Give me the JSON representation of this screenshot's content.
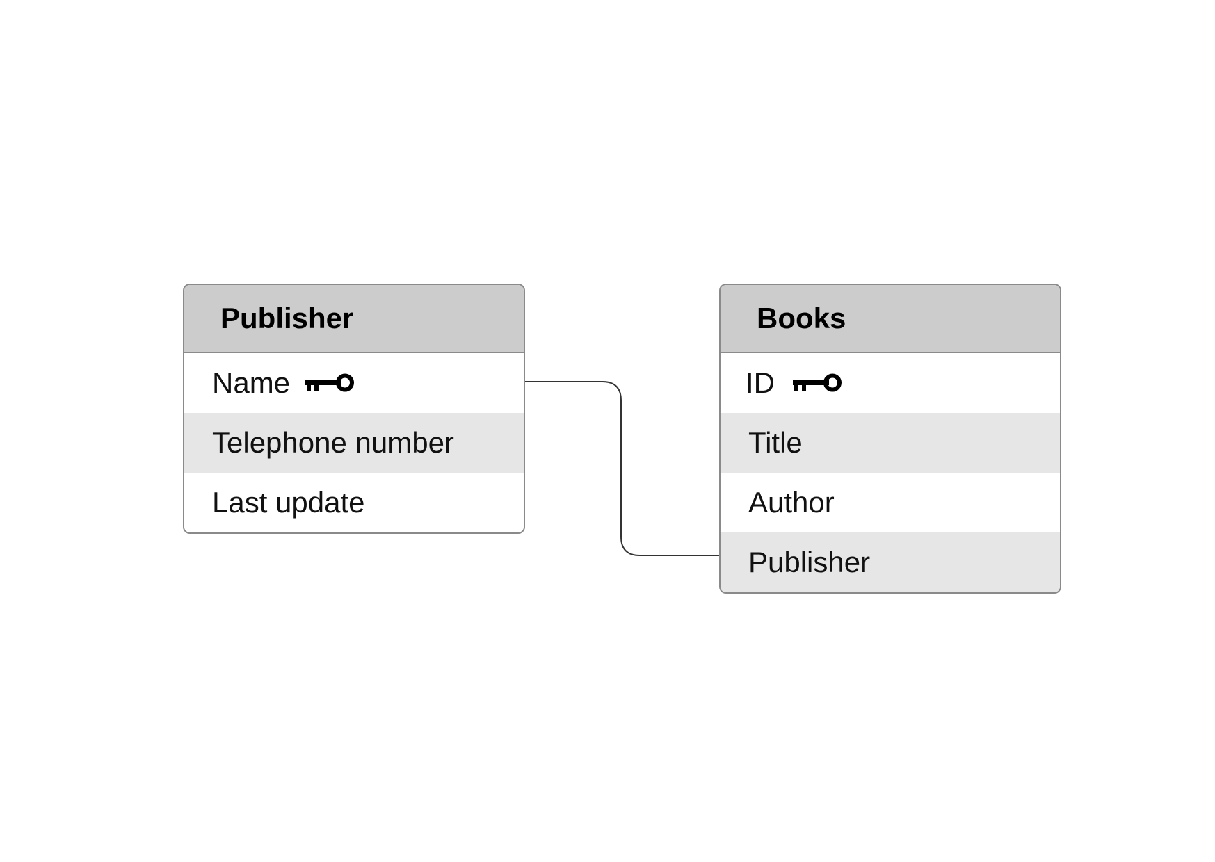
{
  "entities": [
    {
      "title": "Publisher",
      "fields": [
        {
          "label": "Name",
          "primary_key": true
        },
        {
          "label": "Telephone number",
          "primary_key": false
        },
        {
          "label": "Last update",
          "primary_key": false
        }
      ]
    },
    {
      "title": "Books",
      "fields": [
        {
          "label": "ID",
          "primary_key": true
        },
        {
          "label": "Title",
          "primary_key": false
        },
        {
          "label": "Author",
          "primary_key": false
        },
        {
          "label": "Publisher",
          "primary_key": false
        }
      ]
    }
  ],
  "relationship": {
    "from": "Publisher.Name",
    "to": "Books.Publisher"
  },
  "icons": {
    "primary_key": "key-icon"
  },
  "colors": {
    "header_fill": "#cccccc",
    "alt_row_fill": "#e6e6e6",
    "border": "#8a8a8a",
    "connector": "#333333"
  }
}
